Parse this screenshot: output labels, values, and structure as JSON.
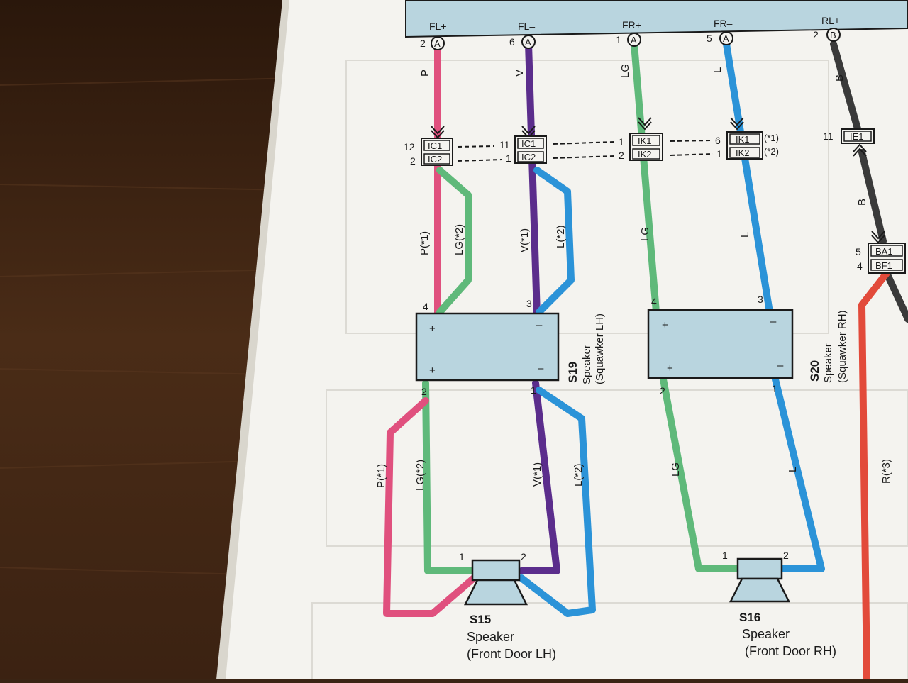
{
  "colors": {
    "pink": "#e0507e",
    "purple": "#5b2d8c",
    "green": "#5fb97a",
    "blue": "#2b93d8",
    "black": "#3a3a3a",
    "red": "#e24a3a",
    "module_fill": "#b9d5df",
    "paper": "#f4f3ef"
  },
  "top_pins": [
    {
      "name": "FL+",
      "pin": "2",
      "conn": "A"
    },
    {
      "name": "FL–",
      "pin": "6",
      "conn": "A"
    },
    {
      "name": "FR+",
      "pin": "1",
      "conn": "A"
    },
    {
      "name": "FR–",
      "pin": "5",
      "conn": "A"
    },
    {
      "name": "RL+",
      "pin": "2",
      "conn": "B"
    }
  ],
  "wire_labels": {
    "fl_plus_top": "P",
    "fl_minus_top": "V",
    "fr_plus_top": "LG",
    "fr_minus_top": "L",
    "rl_plus_top": "B",
    "rl_plus_mid": "B",
    "p1_a": "P(*1)",
    "lg2_a": "LG(*2)",
    "v1_a": "V(*1)",
    "l2_a": "L(*2)",
    "lg_mid": "LG",
    "l_mid": "L",
    "p1_b": "P(*1)",
    "lg2_b": "LG(*2)",
    "v1_b": "V(*1)",
    "l2_b": "L(*2)",
    "lg_low": "LG",
    "l_low": "L",
    "r3": "R(*3)"
  },
  "connectors": {
    "ic1": {
      "label": "IC1",
      "pin_left": "12",
      "pin_right": "11"
    },
    "ic2": {
      "label": "IC2",
      "pin_left": "2",
      "pin_right": "1"
    },
    "ik1": {
      "label": "IK1",
      "pin_left": "1",
      "pin_right": "6",
      "note": "(*1)"
    },
    "ik2": {
      "label": "IK2",
      "pin_left": "2",
      "pin_right": "1",
      "note": "(*2)"
    },
    "ie1": {
      "label": "IE1",
      "pin": "11"
    },
    "ba1": {
      "label": "BA1",
      "pin": "5"
    },
    "bf1": {
      "label": "BF1",
      "pin": "4"
    }
  },
  "s19": {
    "code": "S19",
    "name": "Speaker",
    "sub": "(Squawker LH)",
    "pin_top_plus": "4",
    "pin_top_minus": "3",
    "pin_bot_plus": "2",
    "pin_bot_minus": "1",
    "plus": "+",
    "minus": "–"
  },
  "s20": {
    "code": "S20",
    "name": "Speaker",
    "sub": "(Squawker RH)",
    "pin_top_plus": "4",
    "pin_top_minus": "3",
    "pin_bot_plus": "2",
    "pin_bot_minus": "1",
    "plus": "+",
    "minus": "–"
  },
  "s15": {
    "code": "S15",
    "name": "Speaker",
    "sub": "(Front Door LH)",
    "pin1": "1",
    "pin2": "2"
  },
  "s16": {
    "code": "S16",
    "name": "Speaker",
    "sub": "(Front Door RH)",
    "pin1": "1",
    "pin2": "2"
  }
}
